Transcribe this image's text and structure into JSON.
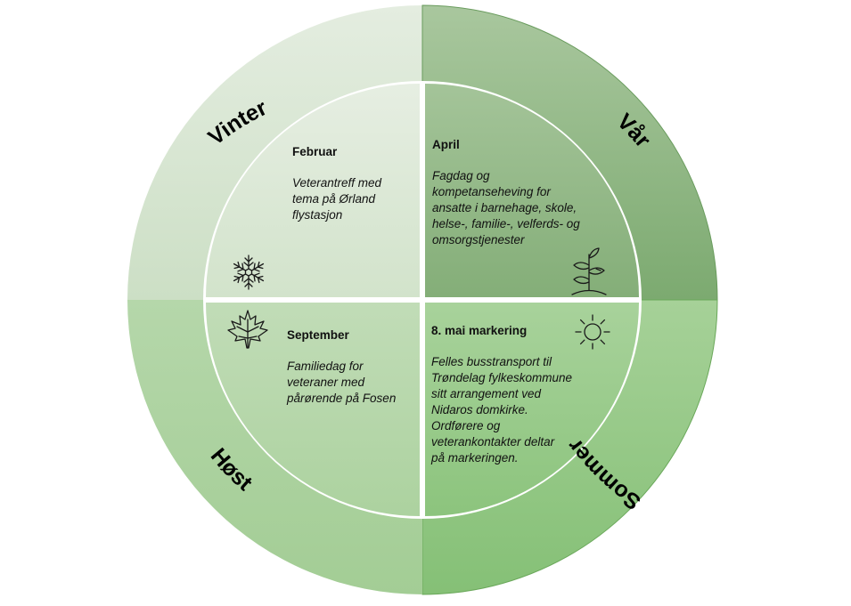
{
  "seasons": {
    "winter": "Vinter",
    "spring": "Vår",
    "summer": "Sommer",
    "autumn": "Høst"
  },
  "quadrants": {
    "winter": {
      "heading": "Februar",
      "body": "Veterantreff med\ntema på Ørland\nflystasjon",
      "icon": "snowflake-icon"
    },
    "spring": {
      "heading": "April",
      "body": "Fagdag og\nkompetanseheving for\nansatte i barnehage, skole,\nhelse-, familie-, velferds- og\nomsorgstjenester",
      "icon": "sprout-icon"
    },
    "summer": {
      "heading": "8. mai markering",
      "body": "Felles busstransport til\nTrøndelag fylkeskommune\nsitt arrangement ved\nNidaros domkirke.\nOrdførere og\nveterankontakter deltar\n på markeringen.",
      "icon": "sun-icon"
    },
    "autumn": {
      "heading": "September",
      "body": "Familiedag for\nveteraner med\npårørende på Fosen",
      "icon": "maple-leaf-icon"
    }
  },
  "colors": {
    "winter_light": "#e3ecdf",
    "winter_dark": "#cfe1c8",
    "spring_light": "#a6c79b",
    "spring_dark": "#7aa86e",
    "summer_light": "#a3d094",
    "summer_dark": "#86c077",
    "autumn_light": "#b3d7a8",
    "autumn_dark": "#a2cd94",
    "divider": "#ffffff",
    "outline": "#6a9c5e"
  }
}
